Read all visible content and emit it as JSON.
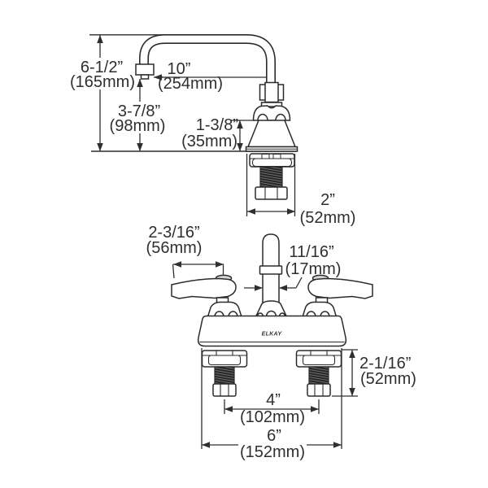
{
  "title": "Two-handle deck-mount faucet dimension drawing",
  "brand_label": "ELKAY",
  "colors": {
    "line": "#2b2b2b",
    "background": "#ffffff",
    "thread_dark": "#262626"
  },
  "side_view_dims": {
    "spout_height": {
      "in": "6-1/2”",
      "mm": "(165mm)"
    },
    "spout_reach": {
      "in": "10”",
      "mm": "(254mm)"
    },
    "aerator_to_deck": {
      "in": "3-7/8”",
      "mm": "(98mm)"
    },
    "body_exposed": {
      "in": "1-3/8”",
      "mm": "(35mm)"
    },
    "body_width": {
      "in": "2”",
      "mm": "(52mm)"
    }
  },
  "front_view_dims": {
    "handle_reach": {
      "in": "2-3/16”",
      "mm": "(56mm)"
    },
    "spout_column": {
      "in": "11/16”",
      "mm": "(17mm)"
    },
    "under_deck": {
      "in": "2-1/16”",
      "mm": "(52mm)"
    },
    "shank_centers": {
      "in": "4”",
      "mm": "(102mm)"
    },
    "base_width": {
      "in": "6”",
      "mm": "(152mm)"
    }
  }
}
